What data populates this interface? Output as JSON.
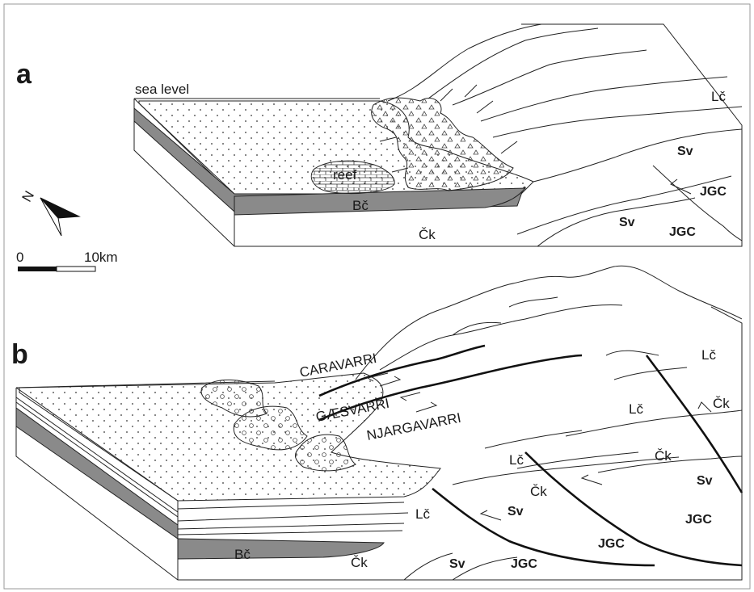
{
  "panel_a": {
    "label": "a",
    "sea_level": "sea level",
    "reef": "reef",
    "units": {
      "lc": "Lč",
      "sv_upper": "Sv",
      "sv_lower": "Sv",
      "jgc_upper": "JGC",
      "jgc_lower": "JGC",
      "ck": "Čk",
      "bc": "Bč"
    }
  },
  "panel_b": {
    "label": "b",
    "fault_names": {
      "caravarri": "CARAVARRI",
      "gaesvarri": "GÆSVARRI",
      "njargavarri": "NJARGAVARRI"
    },
    "units": {
      "lc_top": "Lč",
      "lc_mid": "Lč",
      "ck_small": "Čk",
      "ck_mid": "Čk",
      "sv_right": "Sv",
      "jgc_right": "JGC",
      "lc_center": "Lč",
      "ck_center": "Čk",
      "sv_center": "Sv",
      "jgc_center": "JGC",
      "lc_front": "Lč",
      "ck_front": "Čk",
      "sv_front": "Sv",
      "jgc_front": "JGC",
      "bc": "Bč"
    }
  },
  "scale_bar": {
    "start": "0",
    "end": "10km"
  },
  "north_arrow": {
    "label": "N"
  },
  "colors": {
    "shale_layer": "#8a8a8a",
    "line": "#222222",
    "background": "#ffffff"
  }
}
